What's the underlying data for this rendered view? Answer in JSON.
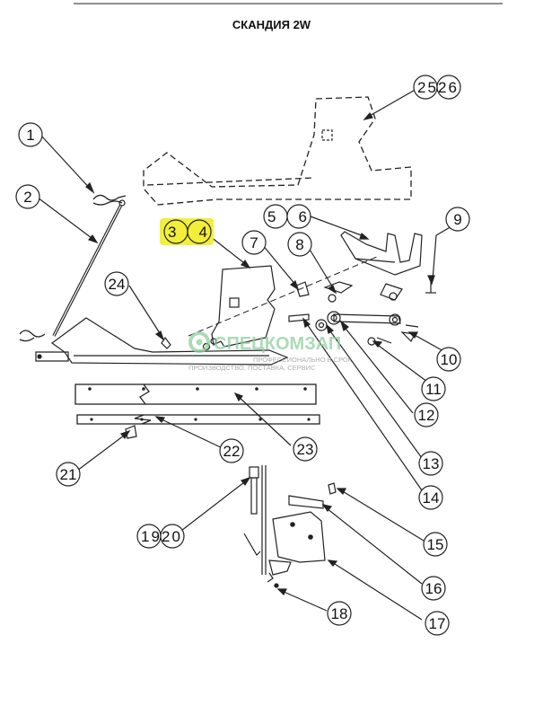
{
  "title": "СКАНДИЯ 2W",
  "highlight_color": "#f2ee3a",
  "watermark": {
    "name": "СПЕЦКОМЗАП",
    "tagline": "ПРОФЕССИОНАЛЬНО В СРОК",
    "tagline2": "ПРОИЗВОДСТВО, ПОСТАВКА, СЕРВИС",
    "color": "#8fcf9f"
  },
  "callouts": [
    {
      "id": "c1",
      "label": "1"
    },
    {
      "id": "c2",
      "label": "2"
    },
    {
      "id": "c34",
      "label": "34"
    },
    {
      "id": "c56",
      "label": "56"
    },
    {
      "id": "c7",
      "label": "7"
    },
    {
      "id": "c8",
      "label": "8"
    },
    {
      "id": "c9",
      "label": "9"
    },
    {
      "id": "c10",
      "label": "10"
    },
    {
      "id": "c11",
      "label": "11"
    },
    {
      "id": "c12",
      "label": "12"
    },
    {
      "id": "c13",
      "label": "13"
    },
    {
      "id": "c14",
      "label": "14"
    },
    {
      "id": "c15",
      "label": "15"
    },
    {
      "id": "c16",
      "label": "16"
    },
    {
      "id": "c17",
      "label": "17"
    },
    {
      "id": "c18",
      "label": "18"
    },
    {
      "id": "c1920",
      "label": "1920"
    },
    {
      "id": "c21",
      "label": "21"
    },
    {
      "id": "c22",
      "label": "22"
    },
    {
      "id": "c23",
      "label": "23"
    },
    {
      "id": "c24",
      "label": "24"
    },
    {
      "id": "c2526",
      "label": "2526"
    }
  ]
}
